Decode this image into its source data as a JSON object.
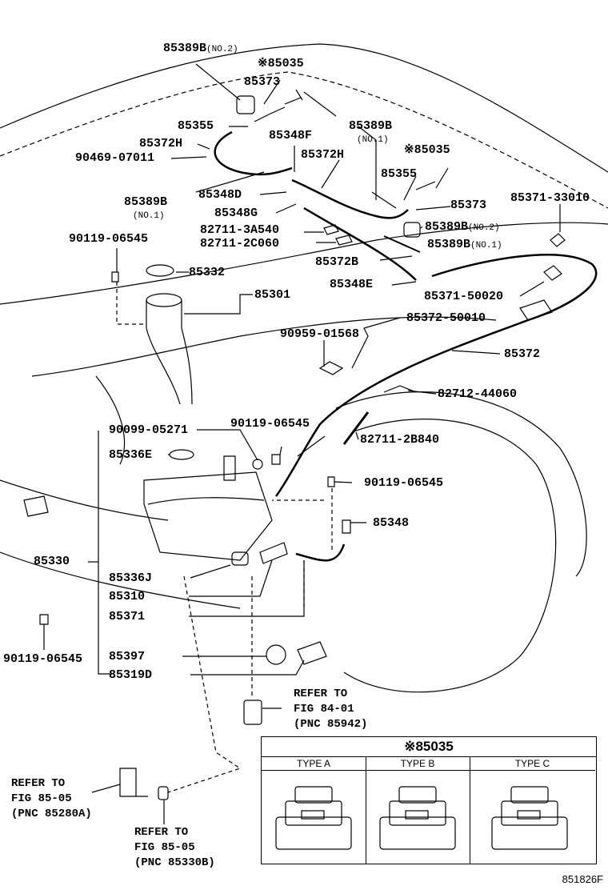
{
  "labels": {
    "l85389b_no2_top": "85389B",
    "no2_a": "(NO.2)",
    "l85035_top": "※85035",
    "l85373_top": "85373",
    "l85355_left": "85355",
    "l85348f": "85348F",
    "l85389b_no1_right": "85389B",
    "no1_a": "(NO.1)",
    "l85372h_left": "85372H",
    "l90469": "90469-07011",
    "l85372h_mid": "85372H",
    "l85035_mid": "※85035",
    "l85389b_no1_left": "85389B",
    "no1_b": "(NO.1)",
    "l85348d": "85348D",
    "l85355_right": "85355",
    "l85373_right": "85373",
    "l85371_33010": "85371-33010",
    "l85348g": "85348G",
    "l82711_3a540": "82711-3A540",
    "l85389b_no2_right": "85389B",
    "no2_b": "(NO.2)",
    "l90119_top": "90119-06545",
    "l82711_2c060": "82711-2C060",
    "l85389b_no1_low": "85389B",
    "no1_c": "(NO.1)",
    "l85332": "85332",
    "l85372b": "85372B",
    "l85348e": "85348E",
    "l85371_50020": "85371-50020",
    "l85301": "85301",
    "l85372_50010": "85372-50010",
    "l90959": "90959-01568",
    "l85372": "85372",
    "l82712": "82712-44060",
    "l90099": "90099-05271",
    "l90119_mid": "90119-06545",
    "l82711_2b840": "82711-2B840",
    "l85336e": "85336E",
    "l90119_right": "90119-06545",
    "l85348": "85348",
    "l85330": "85330",
    "l85336j": "85336J",
    "l85310": "85310",
    "l85371": "85371",
    "l90119_left": "90119-06545",
    "l85397": "85397",
    "l85319d": "85319D"
  },
  "refs": {
    "ref1": [
      "REFER TO",
      "FIG 84-01",
      "(PNC 85942)"
    ],
    "ref2": [
      "REFER TO",
      "FIG 85-05",
      "(PNC 85280A)"
    ],
    "ref3": [
      "REFER TO",
      "FIG 85-05",
      "(PNC 85330B)"
    ]
  },
  "table": {
    "title": "※85035",
    "types": [
      "TYPE A",
      "TYPE B",
      "TYPE C"
    ]
  },
  "figure_code": "851826F"
}
